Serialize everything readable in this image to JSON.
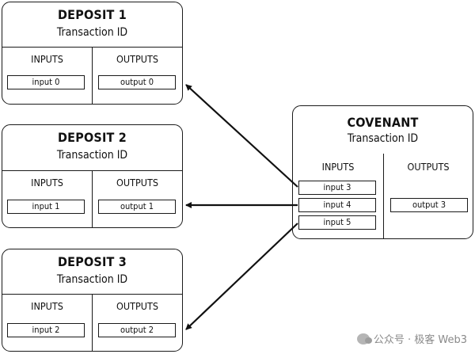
{
  "deposits": [
    {
      "title": "DEPOSIT 1",
      "subtitle": "Transaction ID",
      "inputs_label": "INPUTS",
      "outputs_label": "OUTPUTS",
      "input": "input 0",
      "output": "output 0"
    },
    {
      "title": "DEPOSIT 2",
      "subtitle": "Transaction ID",
      "inputs_label": "INPUTS",
      "outputs_label": "OUTPUTS",
      "input": "input 1",
      "output": "output 1"
    },
    {
      "title": "DEPOSIT 3",
      "subtitle": "Transaction ID",
      "inputs_label": "INPUTS",
      "outputs_label": "OUTPUTS",
      "input": "input 2",
      "output": "output 2"
    }
  ],
  "covenant": {
    "title": "COVENANT",
    "subtitle": "Transaction ID",
    "inputs_label": "INPUTS",
    "outputs_label": "OUTPUTS",
    "inputs": [
      "input 3",
      "input 4",
      "input 5"
    ],
    "output": "output 3"
  },
  "watermark": "公众号 · 极客 Web3"
}
